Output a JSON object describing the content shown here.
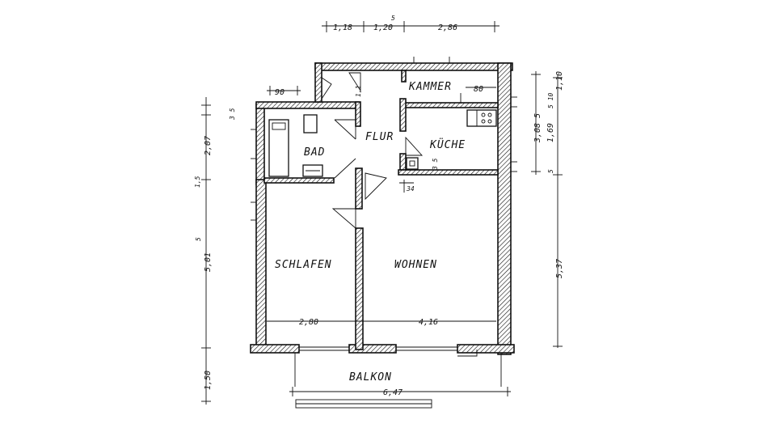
{
  "rooms": {
    "kammer": "KAMMER",
    "flur": "FLUR",
    "kueche": "KÜCHE",
    "bad": "BAD",
    "schlafen": "SCHLAFEN",
    "wohnen": "WOHNEN",
    "balkon": "BALKON"
  },
  "dimensions": {
    "top_a": "1,18",
    "top_b": "1,20",
    "top_b_sup": "5",
    "top_c": "2,86",
    "kammer_w": "80",
    "bad_nib": "90",
    "left_a": "3 5",
    "left_b": "2,07",
    "left_c": "1,5",
    "left_d": "5",
    "left_e": "5,01",
    "left_f": "1,50",
    "right_a": "3,08 5",
    "right_b": "1,69",
    "right_b_sup": "5 10",
    "right_c": "1,10",
    "right_d": "5",
    "right_e": "5,37",
    "schlafen_w": "2,80",
    "wohnen_w": "4,16",
    "balkon_w": "6,47",
    "flur_a": "1,1",
    "kueche_a": "34",
    "kueche_b": "3 5"
  }
}
